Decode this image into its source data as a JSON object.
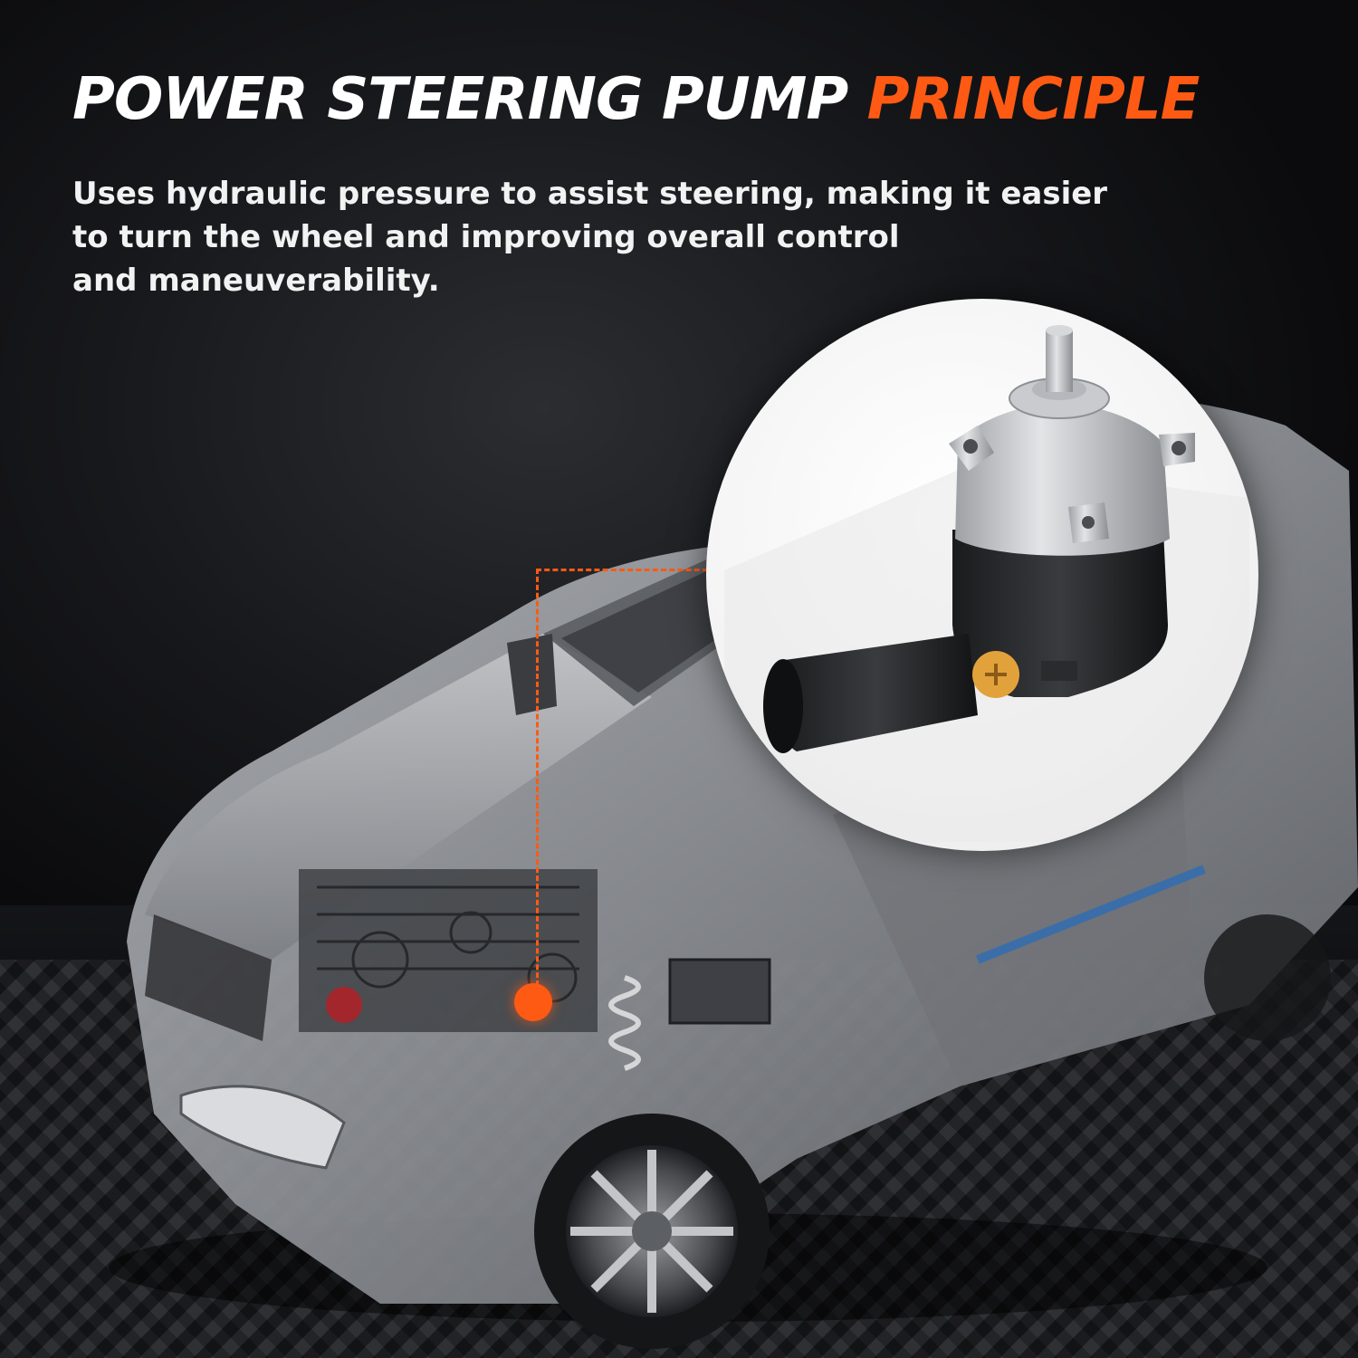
{
  "headline": {
    "main": "POWER STEERING PUMP",
    "accent": "PRINCIPLE"
  },
  "description": {
    "line1": "Uses hydraulic pressure to assist steering, making it easier",
    "line2": "to turn the wheel and improving overall control",
    "line3": "and maneuverability."
  },
  "colors": {
    "accent": "#ff5a14",
    "text": "#ffffff",
    "background": "#0d0d0f"
  },
  "images": {
    "car": "cutaway-car-illustration",
    "pump": "power-steering-pump-photo"
  }
}
